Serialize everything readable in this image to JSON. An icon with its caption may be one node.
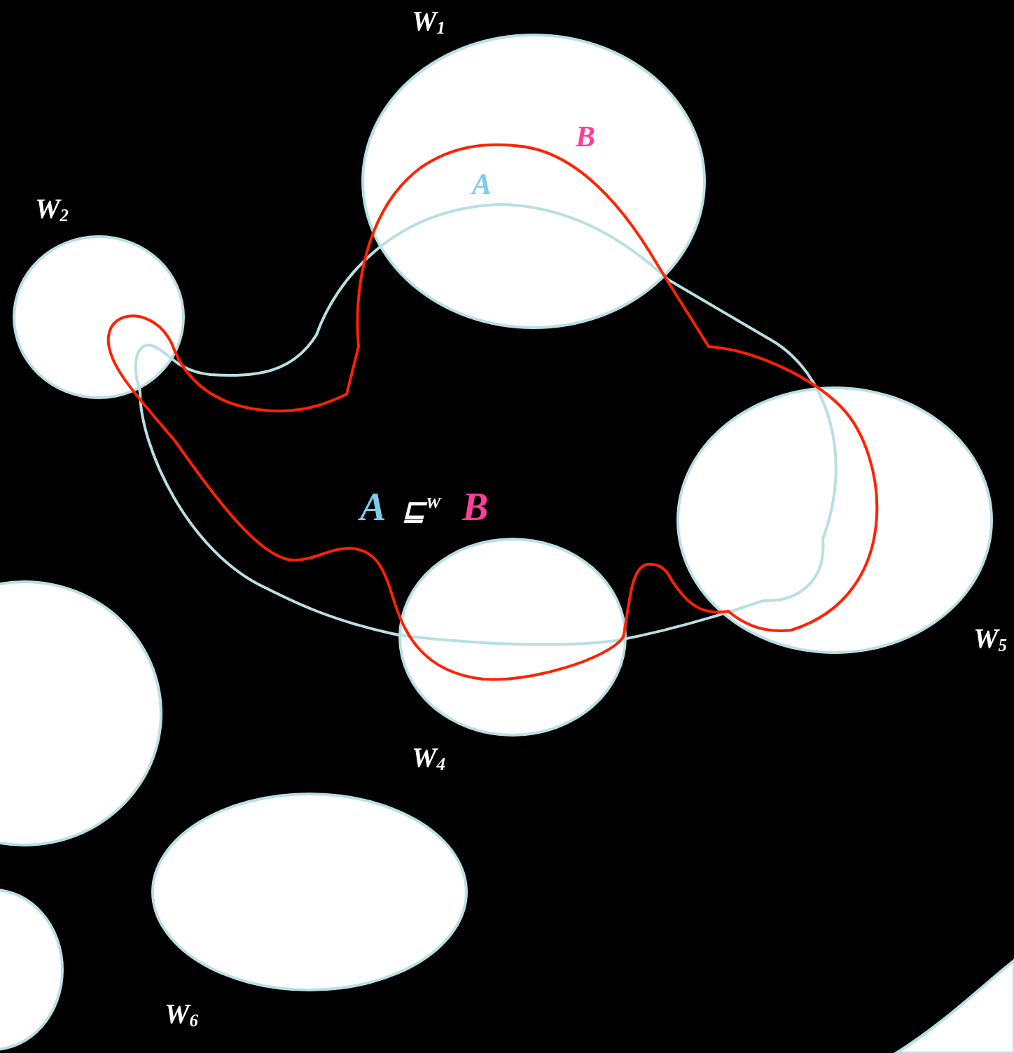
{
  "diagram": {
    "nodes": [
      {
        "text": [
          "W$_{1}$"
        ]
      },
      {
        "text": [
          "W$_{2}$"
        ]
      },
      {
        "text": [
          "W$_{5}$"
        ]
      },
      {
        "text": [
          "W$_{4}$"
        ]
      },
      {
        "text": [],
        "shape": "ellipse"
      },
      {
        "text": [
          "W$_{6}$"
        ]
      },
      {
        "text": [],
        "shape": "ellipse"
      }
    ],
    "labels": [
      "B",
      "A",
      "A",
      "⊑$^{W}$",
      "B"
    ]
  }
}
